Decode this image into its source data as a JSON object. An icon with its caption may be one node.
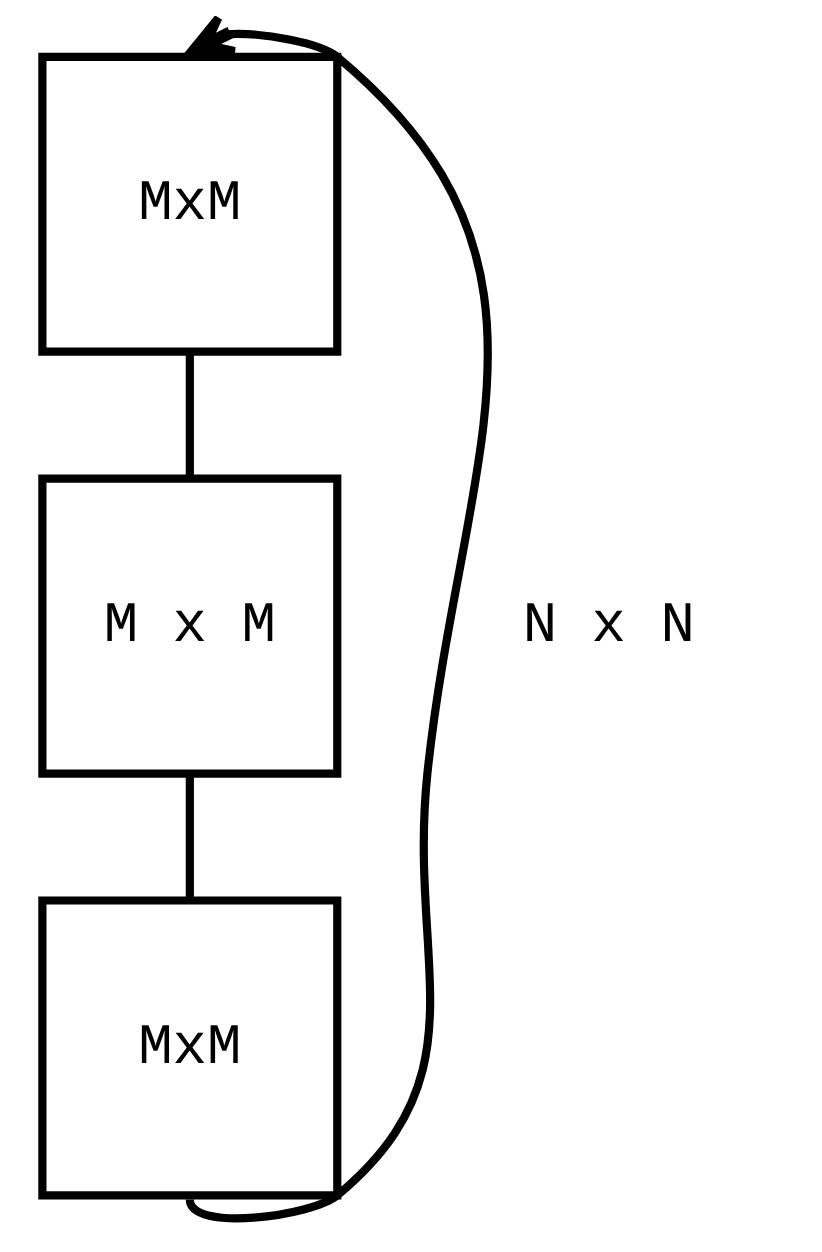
{
  "diagram": {
    "nodes": [
      {
        "text": [
          "MxM"
        ]
      },
      {
        "text": [
          "M x M"
        ]
      },
      {
        "text": [
          "MxM"
        ]
      }
    ],
    "edges": [
      {
        "from": 0,
        "to": 1,
        "arrow": "none"
      },
      {
        "from": 1,
        "to": 2,
        "arrow": "none"
      },
      {
        "from": 2,
        "to": 0,
        "arrow": "to",
        "label": "N x N"
      }
    ]
  }
}
